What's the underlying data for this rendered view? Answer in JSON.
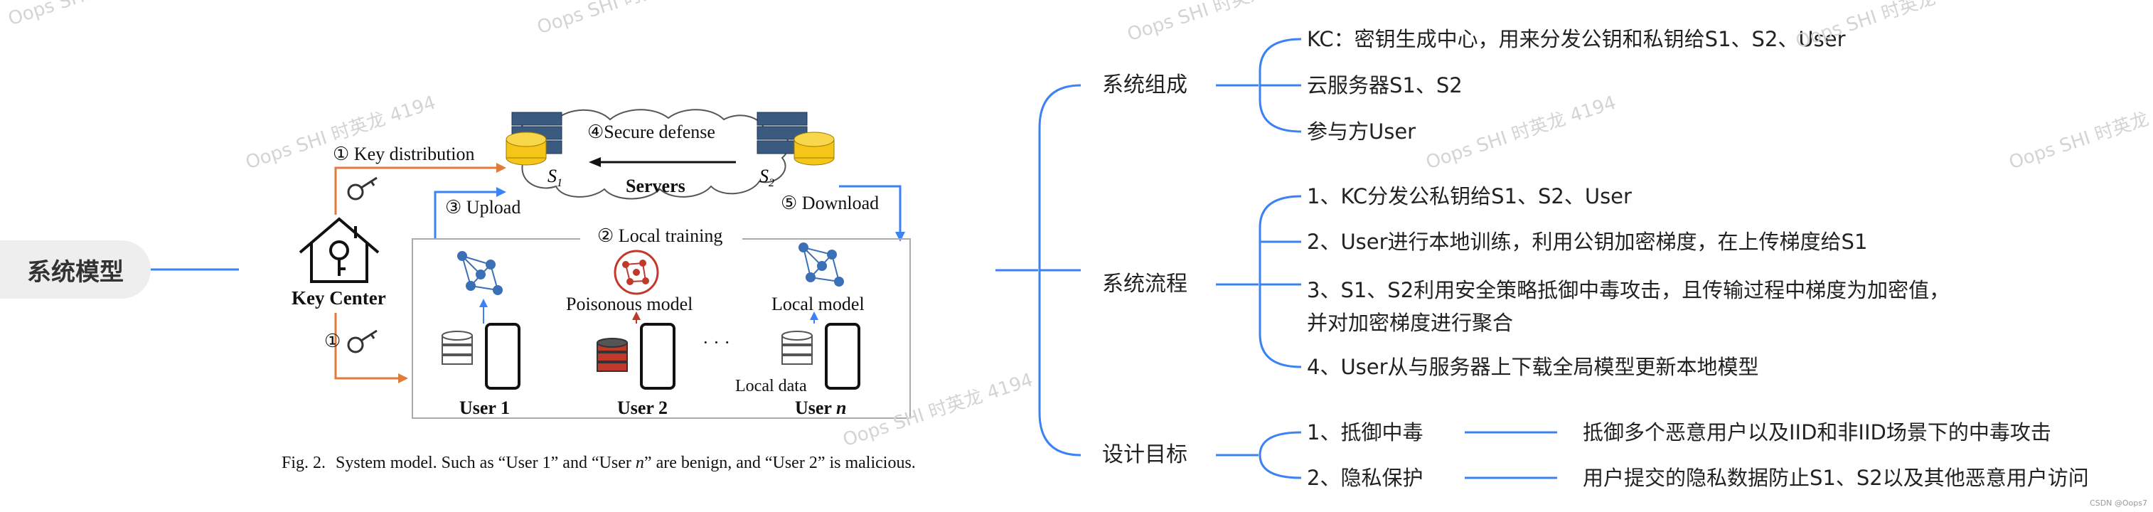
{
  "root": {
    "label": "系统模型"
  },
  "diagram": {
    "center_label": "Key Center",
    "steps": {
      "key_distribution": "① Key distribution",
      "secure_defense": "④Secure defense",
      "upload": "③ Upload",
      "download": "⑤ Download",
      "local_training": "② Local training",
      "key_step_lower": "①"
    },
    "servers_label": "Servers",
    "server_1": "S",
    "server_1_sub": "1",
    "server_2": "S",
    "server_2_sub": "2",
    "poisonous_model": "Poisonous model",
    "local_model": "Local model",
    "local_data": "Local data",
    "dots": "· · ·",
    "users": [
      "User 1",
      "User 2",
      "User "
    ],
    "user_n_var": "n",
    "caption_fig": "Fig. 2.",
    "caption_text_1": "System model. Such as “User 1” and “User ",
    "caption_n1": "n",
    "caption_text_2": "” are benign, and “User 2” is malicious."
  },
  "mindmap": {
    "categories": [
      {
        "label": "系统组成",
        "items": [
          "KC：密钥生成中心，用来分发公钥和私钥给S1、S2、User",
          "云服务器S1、S2",
          "参与方User"
        ]
      },
      {
        "label": "系统流程",
        "items": [
          "1、KC分发公私钥给S1、S2、User",
          "2、User进行本地训练，利用公钥加密梯度，在上传梯度给S1",
          "3、S1、S2利用安全策略抵御中毒攻击，且传输过程中梯度为加密值，",
          "并对加密梯度进行聚合",
          "4、User从与服务器上下载全局模型更新本地模型"
        ]
      },
      {
        "label": "设计目标",
        "items": [
          {
            "label": "1、抵御中毒",
            "detail": "抵御多个恶意用户以及IID和非IID场景下的中毒攻击"
          },
          {
            "label": "2、隐私保护",
            "detail": "用户提交的隐私数据防止S1、S2以及其他恶意用户访问"
          }
        ]
      }
    ]
  },
  "watermark": "Oops SHI 时英龙 4194",
  "corner_text": "CSDN @Oops7",
  "colors": {
    "branch": "#3b82f6",
    "orange": "#e07b39",
    "text": "#222222",
    "root_bg": "#eeeeee",
    "poison": "#c0392b"
  }
}
